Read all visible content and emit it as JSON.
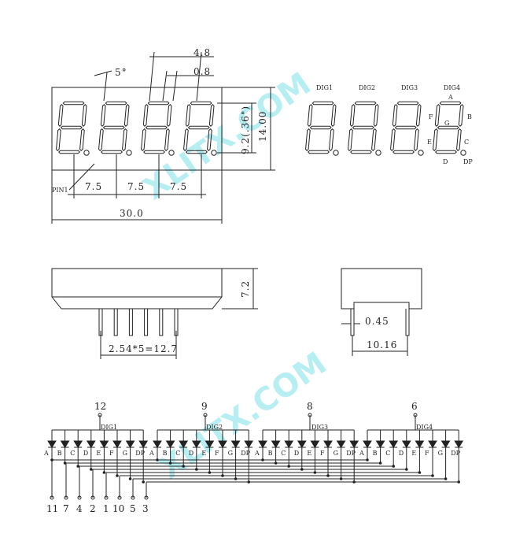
{
  "watermark": "XLITX.COM",
  "top_view": {
    "angle": "5°",
    "dim_width_top": "4.8",
    "dim_seg": "0.8",
    "dim_pitch": [
      "7.5",
      "7.5",
      "7.5"
    ],
    "dim_total_width": "30.0",
    "dim_digit_height": "9.2(.36\")",
    "dim_height": "14.00",
    "pin1_label": "PIN1"
  },
  "segment_map": {
    "digit_labels": [
      "DIG1",
      "DIG2",
      "DIG3",
      "DIG4"
    ],
    "segment_letters": [
      "A",
      "B",
      "C",
      "D",
      "E",
      "F",
      "G",
      "DP"
    ]
  },
  "side_view": {
    "dim_height": "7.2",
    "dim_pin_pitch": "2.54*5=12.7"
  },
  "end_view": {
    "dim_pin_width": "0.45",
    "dim_row_spacing": "10.16"
  },
  "schematic": {
    "common_pins": [
      "12",
      "9",
      "8",
      "6"
    ],
    "digit_labels": [
      "DIG1",
      "DIG2",
      "DIG3",
      "DIG4"
    ],
    "segment_labels": [
      "A",
      "B",
      "C",
      "D",
      "E",
      "F",
      "G",
      "DP"
    ],
    "segment_pins": [
      "11",
      "7",
      "4",
      "2",
      "1",
      "10",
      "5",
      "3"
    ]
  }
}
